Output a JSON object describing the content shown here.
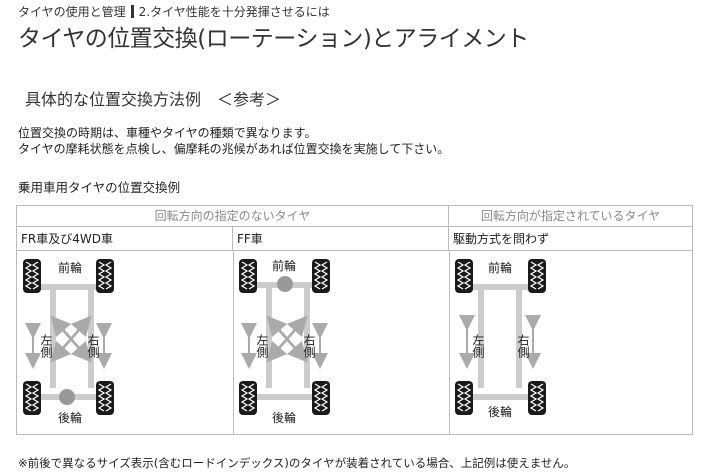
{
  "breadcrumb": {
    "parent": "タイヤの使用と管理",
    "current": "2.タイヤ性能を十分発揮させるには"
  },
  "page_title": "タイヤの位置交換(ローテーション)とアライメント",
  "section_title": "具体的な位置交換方法例　＜参考＞",
  "paragraphs": [
    "位置交換の時期は、車種やタイヤの種類で異なります。",
    "タイヤの摩耗状態を点検し、偏摩耗の兆候があれば位置交換を実施して下さい。"
  ],
  "subheading": "乗用車用タイヤの位置交換例",
  "table": {
    "headers": [
      "回転方向の指定のないタイヤ",
      "回転方向が指定されているタイヤ"
    ],
    "columns": [
      "FR車及び4WD車",
      "FF車",
      "駆動方式を問わず"
    ]
  },
  "diagram_labels": {
    "front": "前輪",
    "rear": "後輪",
    "left": "左側",
    "right": "右側"
  },
  "footnote": "※前後で異なるサイズ表示(含むロードインデックス)のタイヤが装着されている場合、上記例は使えません。"
}
